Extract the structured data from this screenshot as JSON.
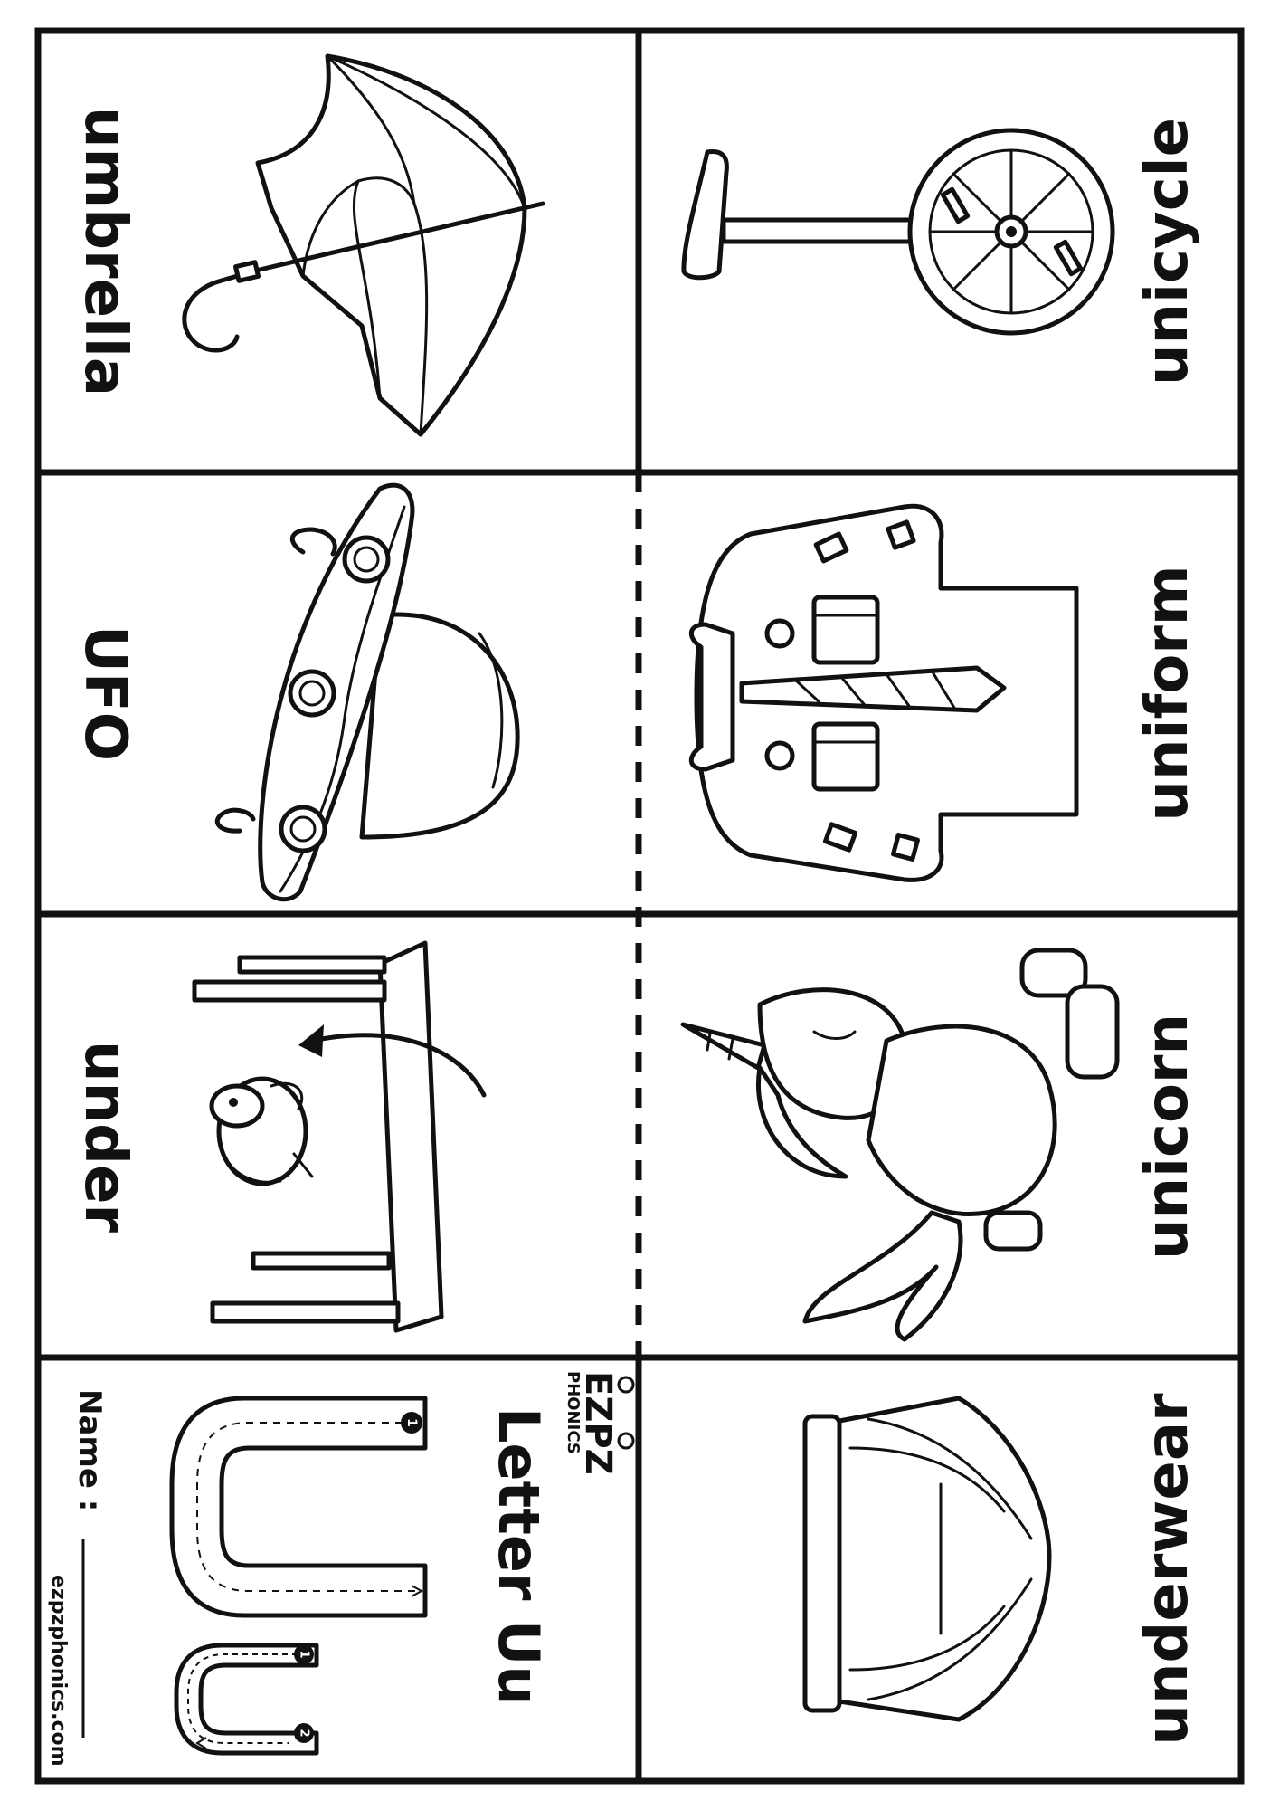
{
  "cards": {
    "umbrella": "umbrella",
    "unicycle": "unicycle",
    "ufo": "UFO",
    "uniform": "uniform",
    "under": "under",
    "unicorn": "unicorn",
    "underwear": "underwear"
  },
  "cover": {
    "title": "Letter Uu",
    "name_label": "Name :",
    "website": "ezpzphonics.com",
    "logo_top": "EZPZ",
    "logo_bottom": "PHONICS",
    "stroke_1": "1",
    "stroke_2": "2"
  }
}
